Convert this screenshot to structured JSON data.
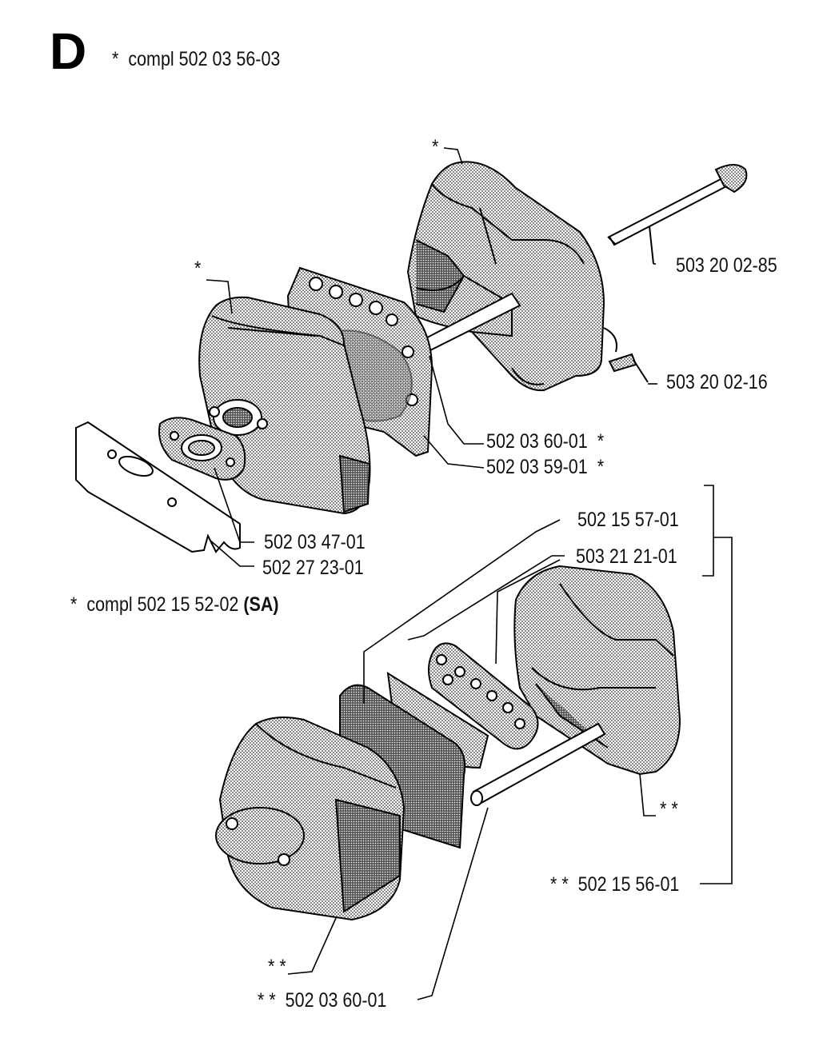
{
  "section_letter": "D",
  "top_kit": {
    "marker": "*",
    "text": "compl 502 03 56-03"
  },
  "lower_kit": {
    "marker": "*",
    "text": "compl 502 15 52-02",
    "suffix": "(SA)"
  },
  "labels": {
    "bolt": "503 20 02-85",
    "screw": "503 20 02-16",
    "tube_upper": "502 03 60-01",
    "tube_upper_marker": "*",
    "plate_upper": "502 03 59-01",
    "plate_upper_marker": "*",
    "gasket": "502 03 47-01",
    "shield": "502 27 23-01",
    "perforated_plate": "502 15 57-01",
    "gasket_lower": "503 21 21-01",
    "rear_housing_marker": "* *",
    "kit_lower": "502 15 56-01",
    "kit_lower_marker": "* *",
    "front_housing_marker": "* *",
    "tube_lower": "502 03 60-01",
    "tube_lower_marker": "* *",
    "top_housing_marker": "*",
    "front_housing_upper_marker": "*"
  }
}
